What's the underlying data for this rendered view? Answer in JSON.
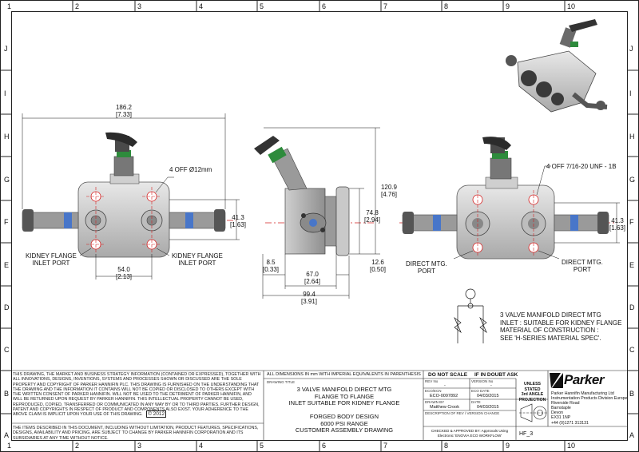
{
  "sheet": {
    "columns": [
      "1",
      "2",
      "3",
      "4",
      "5",
      "6",
      "7",
      "8",
      "9",
      "10"
    ],
    "rows": [
      "J",
      "I",
      "H",
      "G",
      "F",
      "E",
      "D",
      "C",
      "B",
      "A"
    ]
  },
  "views": {
    "front": {
      "overall_width": "186.2",
      "overall_width_in": "[7.33]",
      "hole_note": "4 OFF Ø12mm",
      "bolt_spacing": "54.0",
      "bolt_spacing_in": "[2.13]",
      "height": "41.3",
      "height_in": "[1.63]",
      "left_port": [
        "KIDNEY FLANGE",
        "INLET PORT"
      ],
      "right_port": [
        "KIDNEY FLANGE",
        "INLET PORT"
      ]
    },
    "side": {
      "total_height": "120.9",
      "total_height_in": "[4.76]",
      "centre_height": "74.8",
      "centre_height_in": "[2.94]",
      "left_offset": "8.5",
      "left_offset_in": "[0.33]",
      "body_width": "67.0",
      "body_width_in": "[2.64]",
      "right_offset": "12.6",
      "right_offset_in": "[0.50]",
      "overall_depth": "99.4",
      "overall_depth_in": "[3.91]"
    },
    "rear": {
      "hole_note": "4 OFF 7/16-20 UNF - 1B",
      "height": "41.3",
      "height_in": "[1.63]",
      "left_port": [
        "DIRECT MTG.",
        "PORT"
      ],
      "right_port": [
        "DIRECT MTG.",
        "PORT"
      ]
    }
  },
  "spec_note": [
    "3 VALVE MANIFOLD DIRECT MTG",
    "INLET : SUITABLE FOR KIDNEY FLANGE",
    "MATERIAL OF CONSTRUCTION :",
    "SEE 'H-SERIES MATERIAL SPEC'."
  ],
  "title_block": {
    "disclaimer": "THIS DRAWING, THE MARKET AND BUSINESS STRATEGY INFORMATION (CONTAINED OR EXPRESSED), TOGETHER WITH ALL INNOVATIONS, DESIGNS, INVENTIONS, SYSTEMS AND PROCESSES SHOWN OR DISCUSSED ARE THE SOLE PROPERTY AND COPYRIGHT OF PARKER HANNIFIN PLC. THIS DRAWING IS FURNISHED ON THE UNDERSTANDING THAT THE DRAWING AND THE INFORMATION IT CONTAINS WILL NOT BE COPIED OR DISCLOSED TO OTHERS EXCEPT WITH THE WRITTEN CONSENT OF PARKER HANNIFIN. WILL NOT BE USED TO THE DETRIMENT OF PARKER HANNIFIN, AND WILL BE RETURNED UPON REQUEST BY PARKER HANNIFIN. THIS INTELLECTUAL PROPERTY CANNOT BE USED, REPRODUCED, COPIED, TRANSFERRED OR COMMUNICATED IN ANY WAY BY OR TO THIRD PARTIES. FURTHER DESIGN, PATENT AND COPYRIGHTS IN RESPECT OF PRODUCT AND COMPONENTS ALSO EXIST. YOUR ADHERENCE TO THE ABOVE CLAIM IS IMPLICIT UPON YOUR USE OF THIS DRAWING.",
    "copyright": "© 2012",
    "disclaimer2": "THE ITEMS DESCRIBED IN THIS DOCUMENT, INCLUDING WITHOUT LIMITATION, PRODUCT FEATURES, SPECIFICATIONS, DESIGNS, AVAILABILITY AND PRICING, ARE SUBJECT TO CHANGE BY PARKER HANNIFIN CORPORATION AND ITS SUBSIDIARIES AT ANY TIME WITHOUT NOTICE.",
    "dimensions_note": "ALL DIMENSIONS IN mm WITH IMPERIAL EQUIVALENTS IN PARENTHESIS",
    "drawing_title_label": "DRAWING TITLE",
    "title_lines": [
      "3 VALVE MANIFOLD DIRECT MTG",
      "FLANGE TO FLANGE",
      "INLET SUITABLE FOR KIDNEY FLANGE",
      "",
      "FORGED BODY DESIGN",
      "6000 PSI RANGE",
      "CUSTOMER ASSEMBLY DRAWING"
    ],
    "do_not_scale": "DO NOT SCALE",
    "if_in_doubt": "IF IN DOUBT ASK",
    "rev_no_label": "REV No",
    "rev_no": "-",
    "version_label": "VERSION No",
    "version": "-",
    "ecn_label": "ECO/ECN",
    "ecn": "ECO-0097892",
    "eco_date_label": "ECO DATE",
    "eco_date": "04/03/2015",
    "drawn_by_label": "DRAWN BY",
    "drawn_by": "Matthew Crook",
    "date_label": "DATE",
    "date": "04/03/2015",
    "description_label": "DESCRIPTION OF REV / VERSION CHANGE",
    "projection": [
      "UNLESS STATED",
      "3rd ANGLE",
      "PROJECTION"
    ],
    "brand": "Parker",
    "address": [
      "Parker Hannifin Manufacturing Ltd",
      "Instrumentation Products Division Europe",
      "Riverside Road",
      "Barnstaple",
      "Devon",
      "EX31 1NP",
      "+44 (0)1271 313131"
    ],
    "approved": [
      "CHECKED & APPROVED BY: Approvals Using",
      "Electronic 'ENOVIA  ECO WORKFLOW'"
    ],
    "drawing_no": "HF_3"
  }
}
